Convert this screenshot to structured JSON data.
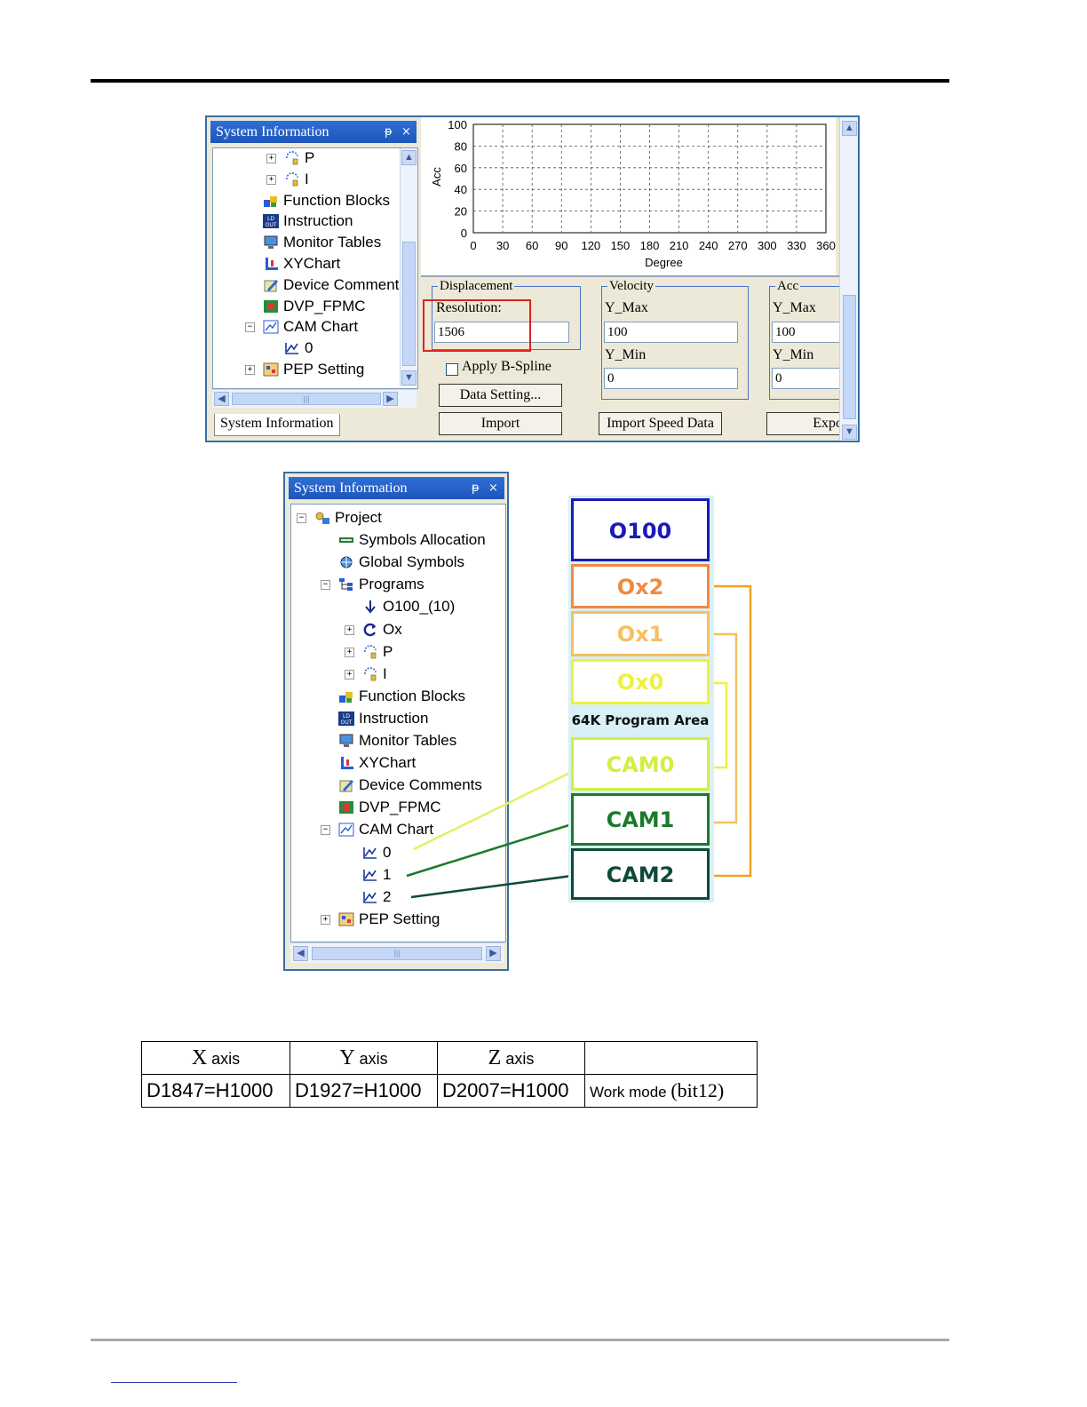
{
  "top_panel": {
    "title": "System Information",
    "pin_glyph": "ᵽ",
    "close_glyph": "×",
    "tree": [
      {
        "label": "P",
        "icon": "p-call-icon",
        "expander": "+"
      },
      {
        "label": "I",
        "icon": "i-interrupt-icon",
        "expander": "+"
      },
      {
        "label": "Function Blocks",
        "icon": "function-blocks-icon"
      },
      {
        "label": "Instruction",
        "icon": "instruction-icon"
      },
      {
        "label": "Monitor Tables",
        "icon": "monitor-tables-icon"
      },
      {
        "label": "XYChart",
        "icon": "xychart-icon"
      },
      {
        "label": "Device Comment",
        "icon": "device-comment-icon"
      },
      {
        "label": "DVP_FPMC",
        "icon": "dvp-fpmc-icon"
      },
      {
        "label": "CAM Chart",
        "icon": "cam-chart-icon",
        "expander": "−"
      },
      {
        "label": "0",
        "icon": "cam-curve-icon"
      },
      {
        "label": "PEP Setting",
        "icon": "pep-setting-icon",
        "expander": "+"
      }
    ],
    "tab_label": "System Information",
    "hscroll_grip": "|||"
  },
  "chart_data": {
    "type": "line",
    "ylabel": "Acc",
    "xlabel": "Degree",
    "x_ticks": [
      "0",
      "30",
      "60",
      "90",
      "120",
      "150",
      "180",
      "210",
      "240",
      "270",
      "300",
      "330",
      "360"
    ],
    "y_ticks": [
      "0",
      "20",
      "40",
      "60",
      "80",
      "100"
    ],
    "xlim": [
      0,
      360
    ],
    "ylim": [
      0,
      100
    ],
    "grid": true,
    "series": []
  },
  "controls": {
    "displacement": {
      "title": "Displacement",
      "resolution_label": "Resolution:",
      "resolution_value": "1506"
    },
    "apply_bspline": "Apply B-Spline",
    "data_setting_button": "Data Setting...",
    "import_button": "Import",
    "velocity": {
      "title": "Velocity",
      "ymax_label": "Y_Max",
      "ymax_value": "100",
      "ymin_label": "Y_Min",
      "ymin_value": "0"
    },
    "import_speed_button": "Import Speed Data",
    "acc": {
      "title": "Acc",
      "ymax_label": "Y_Max",
      "ymax_value": "100",
      "ymin_label": "Y_Min",
      "ymin_value": "0"
    },
    "export_button": "Expo"
  },
  "bottom_panel": {
    "title": "System Information",
    "tree": [
      {
        "label": "Project",
        "icon": "project-icon",
        "expander": "−"
      },
      {
        "label": "Symbols Allocation",
        "icon": "symbols-allocation-icon"
      },
      {
        "label": "Global Symbols",
        "icon": "global-symbols-icon"
      },
      {
        "label": "Programs",
        "icon": "programs-icon",
        "expander": "−"
      },
      {
        "label": "O100_(10)",
        "icon": "down-arrow-icon"
      },
      {
        "label": "Ox",
        "icon": "loop-icon",
        "expander": "+"
      },
      {
        "label": "P",
        "icon": "p-call-icon",
        "expander": "+"
      },
      {
        "label": "I",
        "icon": "i-interrupt-icon",
        "expander": "+"
      },
      {
        "label": "Function Blocks",
        "icon": "function-blocks-icon"
      },
      {
        "label": "Instruction",
        "icon": "instruction-icon"
      },
      {
        "label": "Monitor Tables",
        "icon": "monitor-tables-icon"
      },
      {
        "label": "XYChart",
        "icon": "xychart-icon"
      },
      {
        "label": "Device Comments",
        "icon": "device-comment-icon"
      },
      {
        "label": "DVP_FPMC",
        "icon": "dvp-fpmc-icon"
      },
      {
        "label": "CAM Chart",
        "icon": "cam-chart-icon",
        "expander": "−"
      },
      {
        "label": "0",
        "icon": "cam-curve-icon"
      },
      {
        "label": "1",
        "icon": "cam-curve-icon"
      },
      {
        "label": "2",
        "icon": "cam-curve-icon"
      },
      {
        "label": "PEP Setting",
        "icon": "pep-setting-icon",
        "expander": "+"
      }
    ],
    "hscroll_grip": "|||"
  },
  "memory_map": {
    "blocks": [
      {
        "label": "O100",
        "color": "#1a1ab8"
      },
      {
        "label": "Ox2",
        "color": "#f08a40"
      },
      {
        "label": "Ox1",
        "color": "#f5c060"
      },
      {
        "label": "Ox0",
        "color": "#f0f040"
      },
      {
        "label": "CAM0",
        "color": "#d0f040"
      },
      {
        "label": "CAM1",
        "color": "#1a7a2a"
      },
      {
        "label": "CAM2",
        "color": "#0e4a3a"
      }
    ],
    "program_area_label": "64K Program Area",
    "bracket_color": "#f0a020"
  },
  "register_table": {
    "headers": [
      {
        "letter": "X",
        "word": "axis"
      },
      {
        "letter": "Y",
        "word": "axis"
      },
      {
        "letter": "Z",
        "word": "axis"
      },
      {
        "letter": "",
        "word": ""
      }
    ],
    "values": [
      "D1847=H1000",
      "D1927=H1000",
      "D2007=H1000"
    ],
    "work_mode": {
      "label": "Work mode",
      "bit": "(bit12)"
    }
  }
}
